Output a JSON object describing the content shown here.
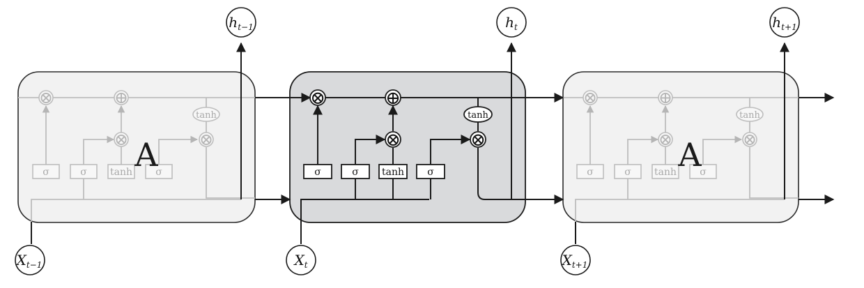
{
  "diagram": {
    "cells": [
      {
        "id": "prev",
        "label": "A",
        "input": {
          "base": "X",
          "sub": "t−1"
        },
        "output": {
          "base": "h",
          "sub": "t−1"
        }
      },
      {
        "id": "curr",
        "label": "",
        "input": {
          "base": "X",
          "sub": "t"
        },
        "output": {
          "base": "h",
          "sub": "t"
        }
      },
      {
        "id": "next",
        "label": "A",
        "input": {
          "base": "X",
          "sub": "t+1"
        },
        "output": {
          "base": "h",
          "sub": "t+1"
        }
      }
    ],
    "gates": {
      "forget": "σ",
      "input": "σ",
      "candidate": "tanh",
      "output": "σ",
      "state_activation": "tanh"
    },
    "operators": {
      "multiply": "⊗",
      "add": "⊕"
    },
    "colors": {
      "active_fill": "#d9dadc",
      "faded_fill": "#f2f2f2",
      "line": "#1a1a1a",
      "faded_line": "#bcbcbc",
      "faded_text": "#a8a8a8"
    }
  }
}
